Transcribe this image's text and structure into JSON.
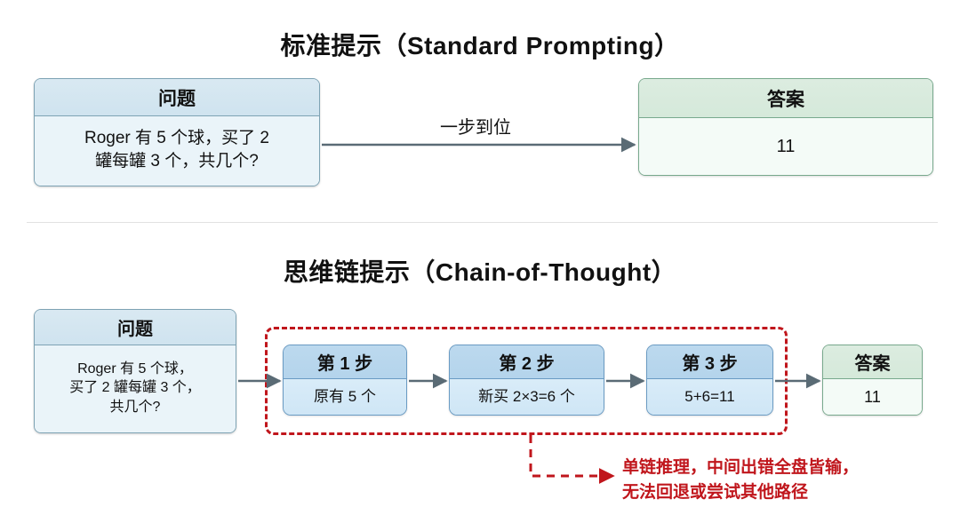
{
  "sections": [
    {
      "id": "standard",
      "title": "标准提示（Standard Prompting）",
      "question": {
        "header": "问题",
        "body": "Roger 有 5 个球，买了 2\n罐每罐 3 个，共几个?"
      },
      "arrow_label": "一步到位",
      "answer": {
        "header": "答案",
        "body": "11"
      }
    },
    {
      "id": "cot",
      "title": "思维链提示（Chain-of-Thought）",
      "question": {
        "header": "问题",
        "body": "Roger 有 5 个球，\n买了 2 罐每罐 3 个，\n共几个?"
      },
      "steps": [
        {
          "header": "第 1 步",
          "body": "原有 5 个"
        },
        {
          "header": "第 2 步",
          "body": "新买 2×3=6 个"
        },
        {
          "header": "第 3 步",
          "body": "5+6=11"
        }
      ],
      "answer": {
        "header": "答案",
        "body": "11"
      },
      "warning": "单链推理，中间出错全盘皆输，\n无法回退或尝试其他路径"
    }
  ],
  "colors": {
    "warning_red": "#c0161c",
    "arrow_gray": "#5a6b75",
    "question_border": "#7ea3b4",
    "answer_border": "#78a98d",
    "step_border": "#6a9bc3",
    "divider": "#e2e2e2"
  }
}
